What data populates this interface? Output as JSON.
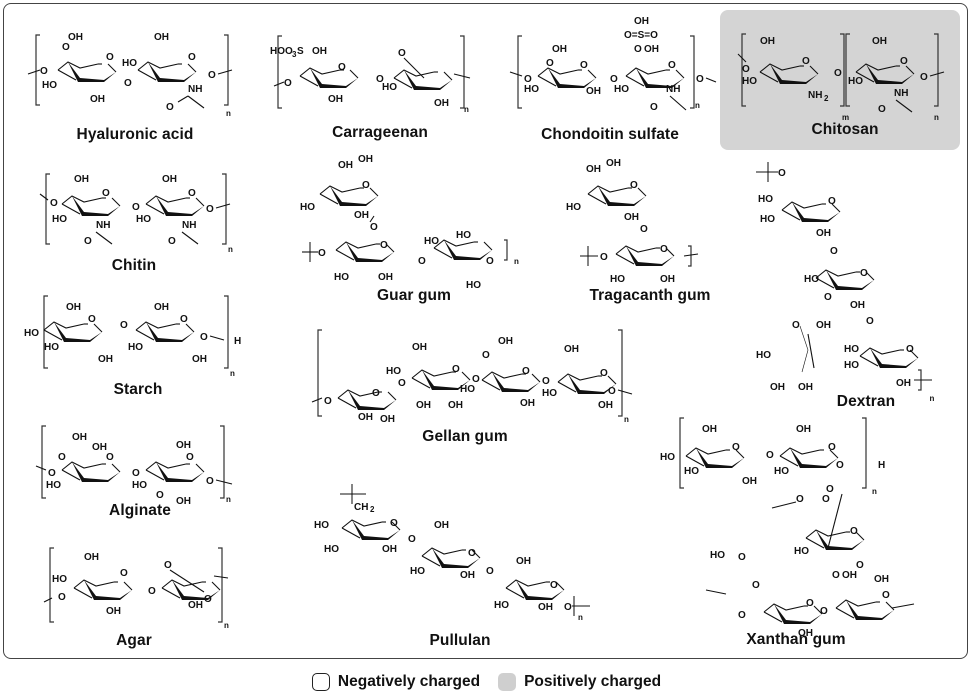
{
  "figure": {
    "panels": [
      {
        "id": "hyaluronic-acid",
        "name": "Hyaluronic acid",
        "charge": "negative",
        "repeat": "n"
      },
      {
        "id": "carrageenan",
        "name": "Carrageenan",
        "charge": "negative",
        "repeat": "n"
      },
      {
        "id": "chondroitin-sulfate",
        "name": "Chondoitin sulfate",
        "charge": "negative",
        "repeat": "n"
      },
      {
        "id": "chitosan",
        "name": "Chitosan",
        "charge": "positive",
        "repeat_m": "m",
        "repeat": "n"
      },
      {
        "id": "chitin",
        "name": "Chitin",
        "charge": "negative",
        "repeat": "n"
      },
      {
        "id": "guar-gum",
        "name": "Guar gum",
        "charge": "negative",
        "repeat": "n"
      },
      {
        "id": "tragacanth-gum",
        "name": "Tragacanth gum",
        "charge": "negative"
      },
      {
        "id": "dextran",
        "name": "Dextran",
        "charge": "negative",
        "repeat": "n"
      },
      {
        "id": "starch",
        "name": "Starch",
        "charge": "negative",
        "repeat": "n"
      },
      {
        "id": "gellan-gum",
        "name": "Gellan gum",
        "charge": "negative",
        "repeat": "n"
      },
      {
        "id": "alginate",
        "name": "Alginate",
        "charge": "negative",
        "repeat": "n"
      },
      {
        "id": "xanthan-gum",
        "name": "Xanthan gum",
        "charge": "negative",
        "repeat": "n"
      },
      {
        "id": "agar",
        "name": "Agar",
        "charge": "negative",
        "repeat": "n"
      },
      {
        "id": "pullulan",
        "name": "Pullulan",
        "charge": "negative",
        "repeat": "n"
      }
    ],
    "atoms": {
      "oh": "OH",
      "ho": "HO",
      "o": "O",
      "nh": "NH",
      "nh2": "NH",
      "sub2": "2",
      "h": "H",
      "ch2": "CH",
      "hoo3s": "HOO",
      "sub3": "3",
      "s": "S",
      "so3": "O=S=O"
    }
  },
  "legend": {
    "items": [
      {
        "label": "Negatively charged",
        "color": "#ffffff",
        "border": "#222222"
      },
      {
        "label": "Positively charged",
        "color": "#cfcfcf"
      }
    ]
  },
  "colors": {
    "highlight": "#d4d4d4",
    "frame": "#444444",
    "ink": "#111111"
  }
}
